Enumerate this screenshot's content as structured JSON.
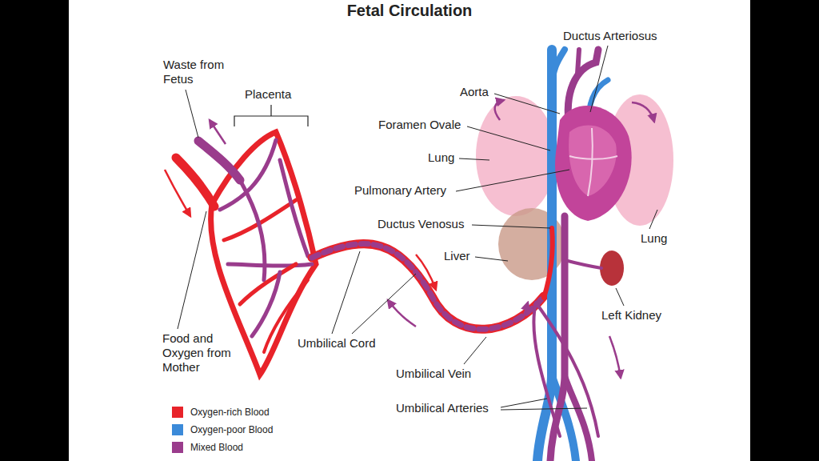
{
  "diagram": {
    "title": "Fetal Circulation",
    "labels": [
      "Ductus Arteriosus",
      "Waste from Fetus",
      "Aorta",
      "Placenta",
      "Foramen Ovale",
      "Lung",
      "Pulmonary Artery",
      "Ductus Venosus",
      "Lung",
      "Liver",
      "Left Kidney",
      "Food and Oxygen from Mother",
      "Umbilical Cord",
      "Umbilical Vein",
      "Umbilical Arteries"
    ],
    "legend": [
      {
        "text": "Oxygen-rich Blood",
        "color": "#e8232a"
      },
      {
        "text": "Oxygen-poor Blood",
        "color": "#3b8ad9"
      },
      {
        "text": "Mixed Blood",
        "color": "#9a3c8c"
      }
    ]
  }
}
